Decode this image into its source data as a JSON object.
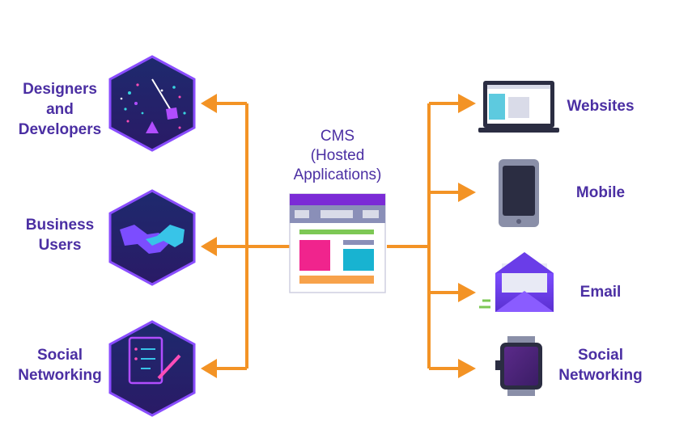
{
  "center": {
    "title_lines": [
      "CMS",
      "(Hosted",
      "Applications)"
    ]
  },
  "left_items": [
    {
      "lines": [
        "Designers",
        "and",
        "Developers"
      ],
      "icon": "design-network-icon"
    },
    {
      "lines": [
        "Business",
        "Users"
      ],
      "icon": "handshake-icon"
    },
    {
      "lines": [
        "Social",
        "Networking"
      ],
      "icon": "checklist-pen-icon"
    }
  ],
  "right_items": [
    {
      "lines": [
        "Websites"
      ],
      "icon": "laptop-icon"
    },
    {
      "lines": [
        "Mobile"
      ],
      "icon": "smartphone-icon"
    },
    {
      "lines": [
        "Email"
      ],
      "icon": "envelope-icon"
    },
    {
      "lines": [
        "Social",
        "Networking"
      ],
      "icon": "smartwatch-icon"
    }
  ],
  "colors": {
    "arrow": "#f39325",
    "label": "#4b2fa3",
    "hex_fill": "#1b1d5e",
    "hex_border": "#8a4dff",
    "window_header": "#7b2bd6",
    "pink": "#f0248d",
    "cyan": "#18b3d1",
    "green": "#7dc855",
    "orange_bar": "#f7a24b"
  }
}
